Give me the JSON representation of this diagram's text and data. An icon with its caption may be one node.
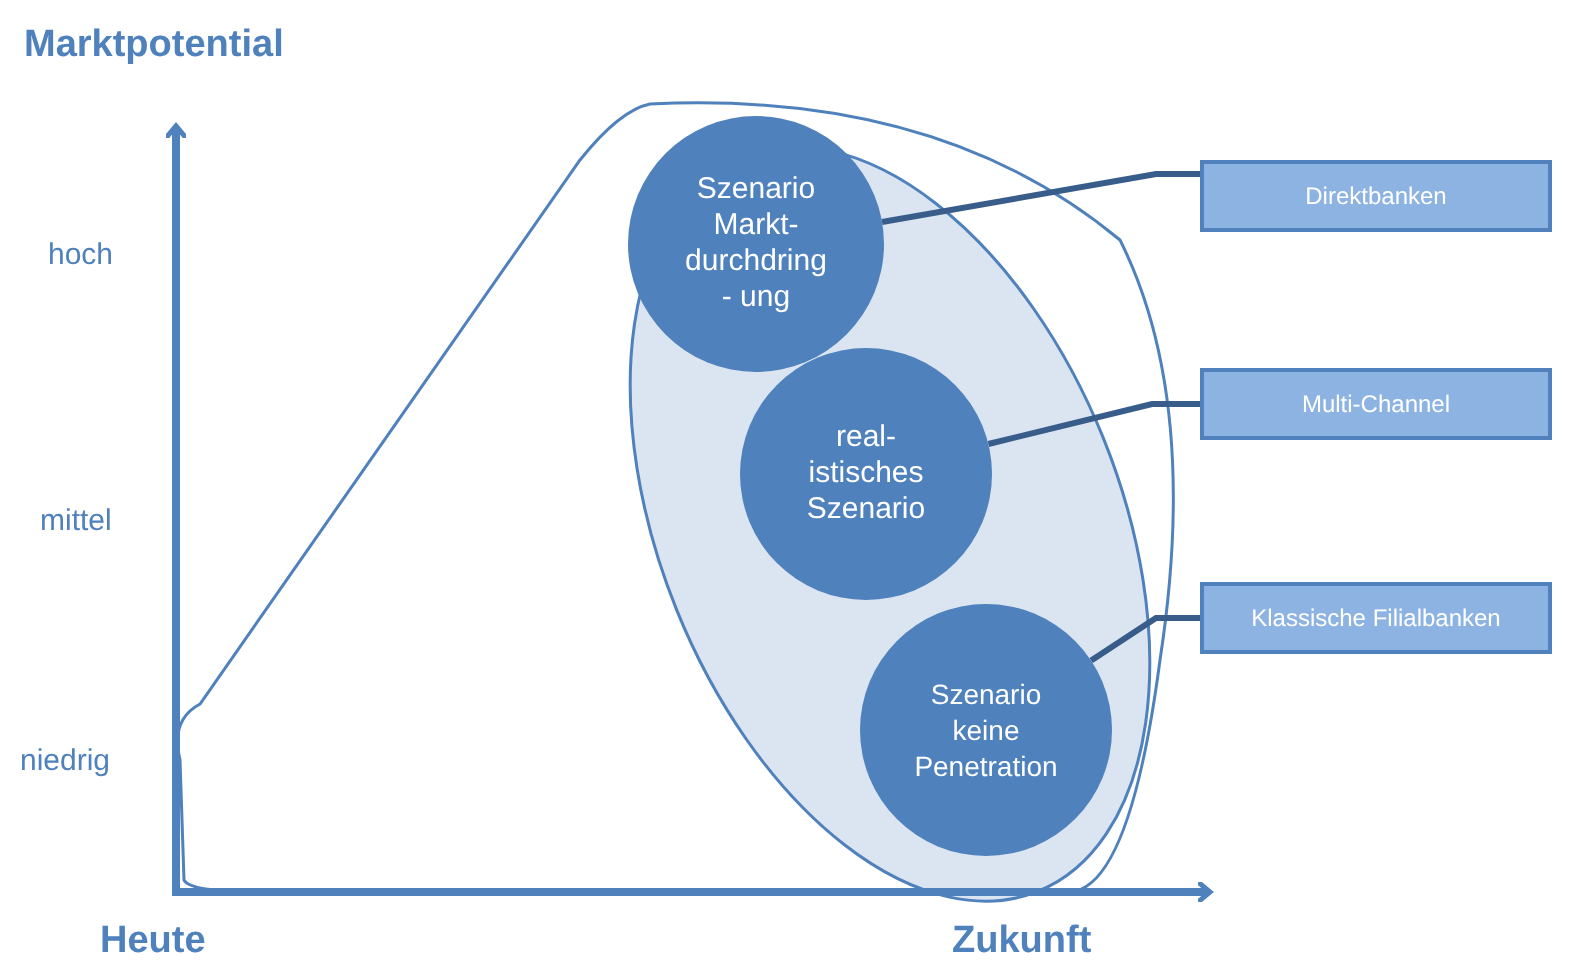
{
  "diagram": {
    "nodes": [
      {
        "text": [
          "Szenario Markt- durchdring - ung"
        ]
      },
      {
        "text": [
          "real- istisches Szenario"
        ]
      },
      {
        "text": [
          "Szenario keine Penetration"
        ]
      },
      {
        "text": [
          "Direktbanken"
        ]
      },
      {
        "text": [
          "Multi-Channel"
        ]
      },
      {
        "text": [
          "Klassische Filialbanken"
        ]
      }
    ],
    "edges": [
      {
        "from": 0,
        "to": 3,
        "arrow": "none"
      },
      {
        "from": 1,
        "to": 4,
        "arrow": "none"
      },
      {
        "from": 2,
        "to": 5,
        "arrow": "none"
      }
    ],
    "labels": [
      "Marktpotential",
      "hoch",
      "mittel",
      "niedrig",
      "Heute",
      "Zukunft"
    ]
  }
}
